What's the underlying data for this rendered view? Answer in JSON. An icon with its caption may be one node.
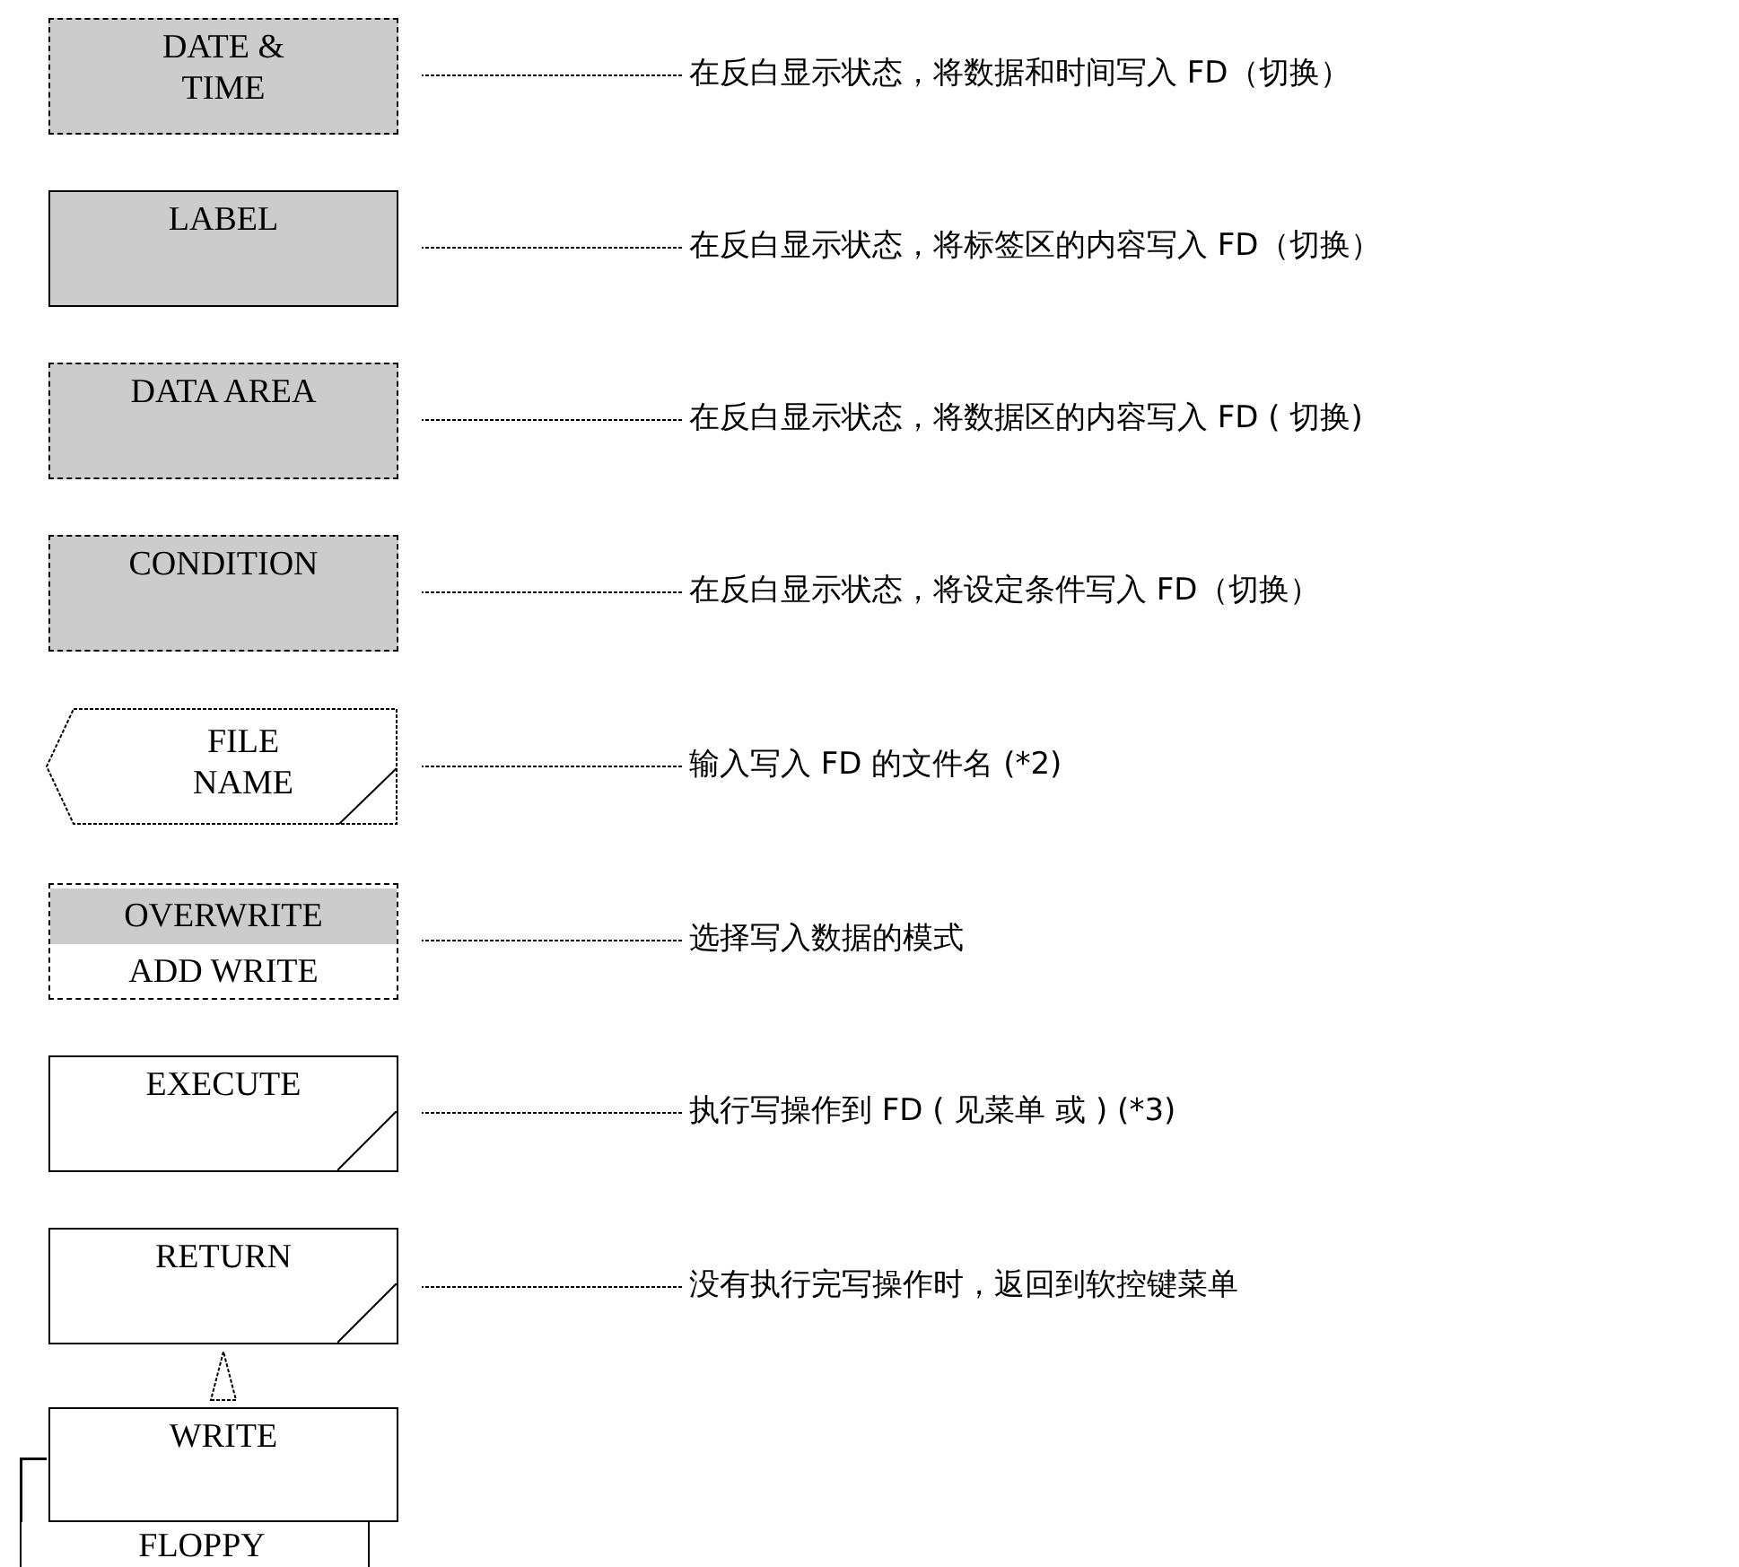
{
  "diagram": {
    "nodes": [
      {
        "text": [
          "DATE & TIME"
        ]
      },
      {
        "text": [
          "LABEL"
        ]
      },
      {
        "text": [
          "DATA AREA"
        ]
      },
      {
        "text": [
          "CONDITION"
        ]
      },
      {
        "text": [
          "FILE NAME"
        ]
      },
      {
        "text": [
          "OVERWRITE",
          "ADD WRITE"
        ]
      },
      {
        "text": [
          "EXECUTE"
        ]
      },
      {
        "text": [
          "RETURN"
        ]
      },
      {
        "text": [
          "WRITE"
        ]
      },
      {
        "text": [
          "FLOPPY"
        ]
      },
      {
        "text": [
          "在反白显示状态，将数据和时间写入 FD（切换）"
        ]
      },
      {
        "text": [
          "在反白显示状态，将标签区的内容写入 FD（切换）"
        ]
      },
      {
        "text": [
          "在反白显示状态，将数据区的内容写入 FD ( 切换)"
        ]
      },
      {
        "text": [
          "在反白显示状态，将设定条件写入 FD（切换）"
        ]
      },
      {
        "text": [
          "输入写入 FD 的文件名 (*2)"
        ]
      },
      {
        "text": [
          "选择写入数据的模式"
        ]
      },
      {
        "text": [
          "执行写操作到 FD ( 见菜单 或 ) (*3)"
        ]
      },
      {
        "text": [
          "没有执行完写操作时，返回到软控键菜单"
        ]
      }
    ],
    "edges": [
      {
        "from": 10,
        "to": 0,
        "arrow": "none",
        "style": "dashed"
      },
      {
        "from": 11,
        "to": 1,
        "arrow": "none",
        "style": "dashed"
      },
      {
        "from": 12,
        "to": 2,
        "arrow": "none",
        "style": "dashed"
      },
      {
        "from": 13,
        "to": 3,
        "arrow": "none",
        "style": "dashed"
      },
      {
        "from": 14,
        "to": 4,
        "arrow": "none",
        "style": "dashed"
      },
      {
        "from": 15,
        "to": 5,
        "arrow": "none",
        "style": "dashed"
      },
      {
        "from": 16,
        "to": 6,
        "arrow": "none",
        "style": "dashed"
      },
      {
        "from": 17,
        "to": 7,
        "arrow": "none",
        "style": "dashed"
      },
      {
        "from": 8,
        "to": 7,
        "arrow": "to",
        "style": "dashed"
      }
    ]
  }
}
